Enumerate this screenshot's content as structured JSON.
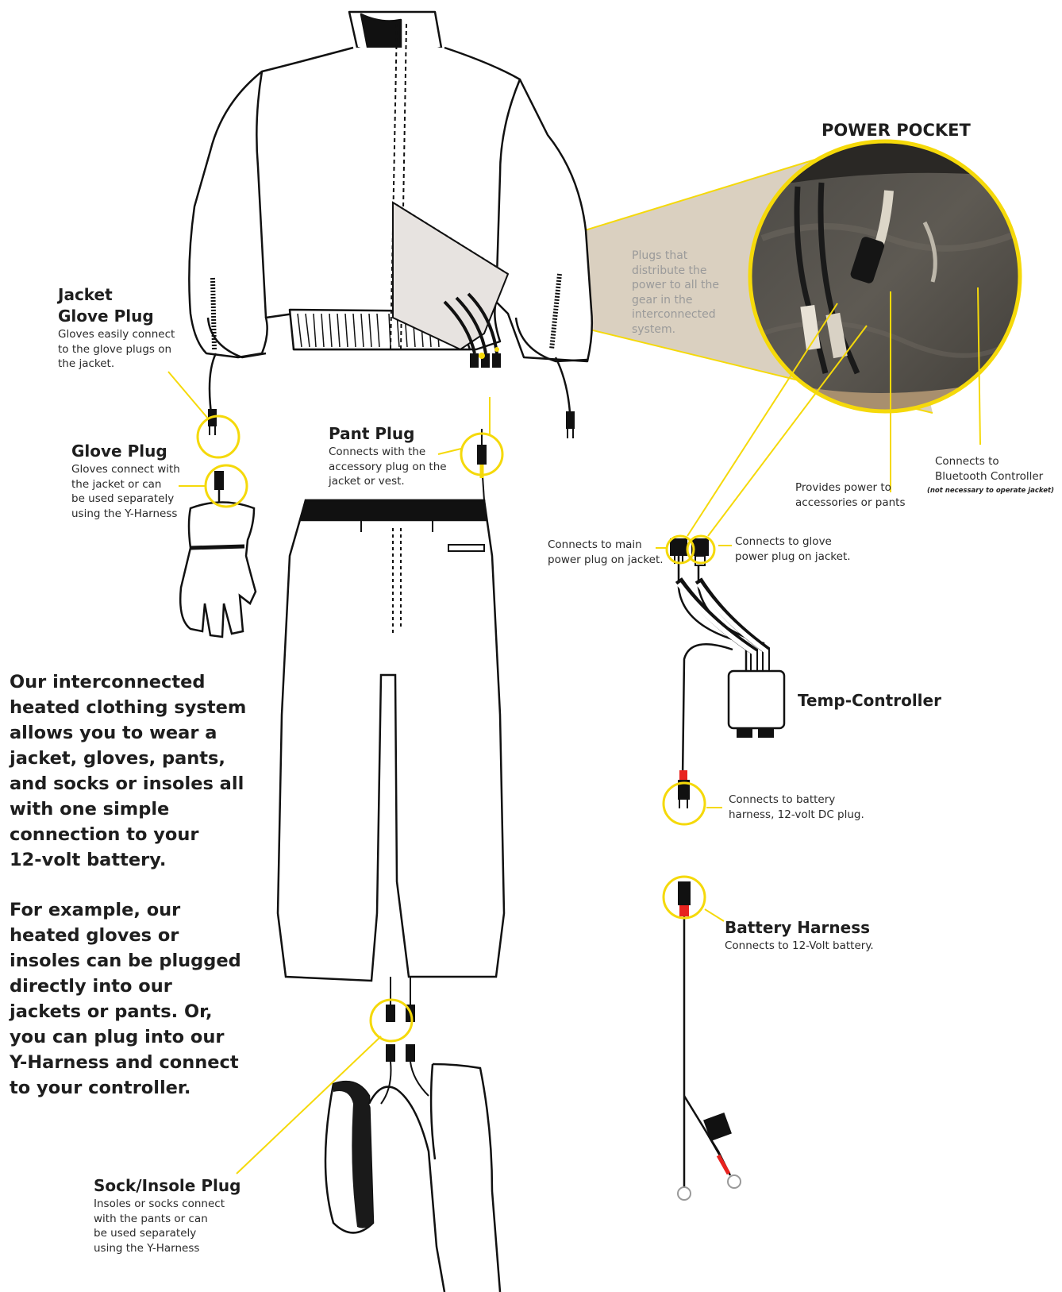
{
  "power_pocket": {
    "title": "POWER POCKET",
    "plugs_note": [
      "Plugs that",
      "distribute the",
      "power to all the",
      "gear in the",
      "interconnected",
      "system."
    ],
    "bluetooth": [
      "Connects to",
      "Bluetooth Controller"
    ],
    "bluetooth_note": "(not necessary to operate  jacket)",
    "accessories": [
      "Provides power to",
      "accessories or pants"
    ]
  },
  "jacket_glove_plug": {
    "title": [
      "Jacket",
      "Glove Plug"
    ],
    "desc": [
      "Gloves easily connect",
      "to the glove plugs on",
      "the jacket."
    ]
  },
  "glove_plug": {
    "title": "Glove Plug",
    "desc": [
      "Gloves connect with",
      "the jacket or can",
      "be used separately",
      "using the Y-Harness"
    ]
  },
  "pant_plug": {
    "title": "Pant Plug",
    "desc": [
      "Connects with the",
      "accessory plug on the",
      "jacket or vest."
    ]
  },
  "main_power": [
    "Connects to main",
    "power plug on jacket."
  ],
  "glove_power": [
    "Connects to  glove",
    "power plug on  jacket."
  ],
  "temp_controller": {
    "title": "Temp-Controller"
  },
  "battery_connect": [
    "Connects to  battery",
    "harness, 12-volt DC plug."
  ],
  "battery_harness": {
    "title": "Battery Harness",
    "desc": "Connects to 12-Volt battery."
  },
  "sock_insole_plug": {
    "title": "Sock/Insole Plug",
    "desc": [
      "Insoles or socks connect",
      "with the pants or can",
      "be used separately",
      "using the Y-Harness"
    ]
  },
  "intro": [
    "Our interconnected",
    "heated clothing system",
    "allows you to wear a",
    "jacket, gloves, pants,",
    "and socks or insoles all",
    "with one simple",
    "connection to your",
    "12-volt battery."
  ],
  "example": [
    "For example, our",
    "heated gloves or",
    "insoles can be plugged",
    "directly into our",
    "jackets or pants. Or,",
    "you can plug into our",
    "Y-Harness and connect",
    "to your controller."
  ],
  "colors": {
    "accent_yellow": "#f5d90a",
    "connector_red": "#e8231f",
    "pocket_tan": "#d8cdbd",
    "outline": "#111111"
  }
}
